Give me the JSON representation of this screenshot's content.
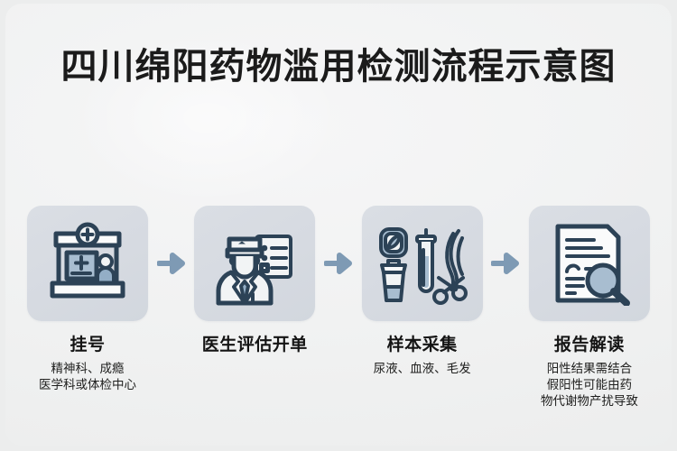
{
  "title": "四川绵阳药物滥用检测流程示意图",
  "colors": {
    "page_background": "#eceded",
    "panel_background": "#f3f3f4",
    "card_background": "#d8dce2",
    "icon_stroke": "#2c4256",
    "icon_accent": "#a8bdd0",
    "arrow": "#7e9ab4",
    "title_text": "#1b1b1b",
    "step_title_text": "#141414",
    "step_sub_text": "#20201f"
  },
  "flow": {
    "arrow_icon": "arrow-right-icon",
    "steps": [
      {
        "index": 1,
        "icon": "hospital-registration-desk-icon",
        "title": "挂号",
        "subtitle": "精神科、成瘾\n医学科或体检中心"
      },
      {
        "index": 2,
        "icon": "doctor-with-clipboard-icon",
        "title": "医生评估开单",
        "subtitle": ""
      },
      {
        "index": 3,
        "icon": "sample-collection-icon",
        "title": "样本采集",
        "subtitle": "尿液、血液、毛发"
      },
      {
        "index": 4,
        "icon": "report-magnifier-icon",
        "title": "报告解读",
        "subtitle": "阳性结果需结合\n假阳性可能由药\n物代谢物产扰导致"
      }
    ]
  }
}
